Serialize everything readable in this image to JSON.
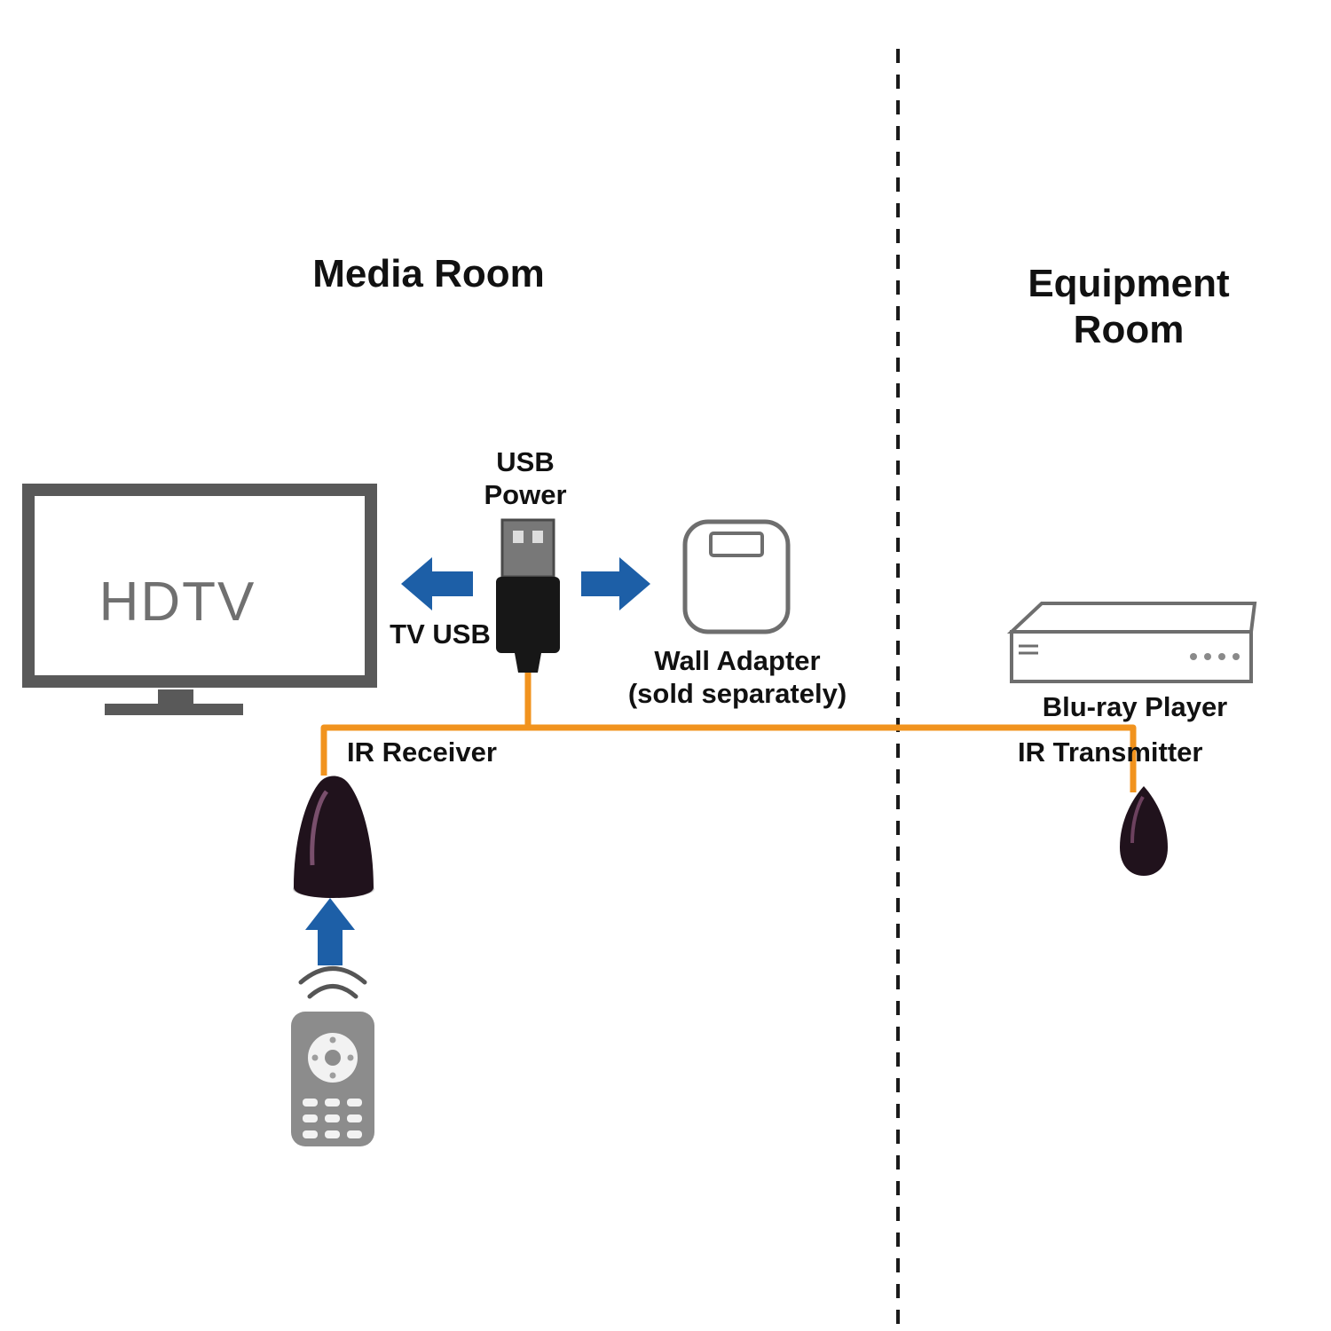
{
  "diagram": {
    "media_room_title": "Media Room",
    "equipment_room_title": "Equipment Room",
    "hdtv_label": "HDTV",
    "usb_power_label": "USB\nPower",
    "tv_usb_label": "TV USB",
    "wall_adapter_label": "Wall Adapter\n(sold separately)",
    "ir_receiver_label": "IR Receiver",
    "ir_transmitter_label": "IR Transmitter",
    "blu_ray_label": "Blu-ray Player"
  },
  "colors": {
    "arrow-blue": "#1d5fa7",
    "cable-orange": "#f1931e",
    "tv-gray": "#595959",
    "outline-gray": "#6e6e6e",
    "device-dark": "#20121c",
    "remote-gray": "#8c8c8c",
    "text-black": "#111111"
  }
}
